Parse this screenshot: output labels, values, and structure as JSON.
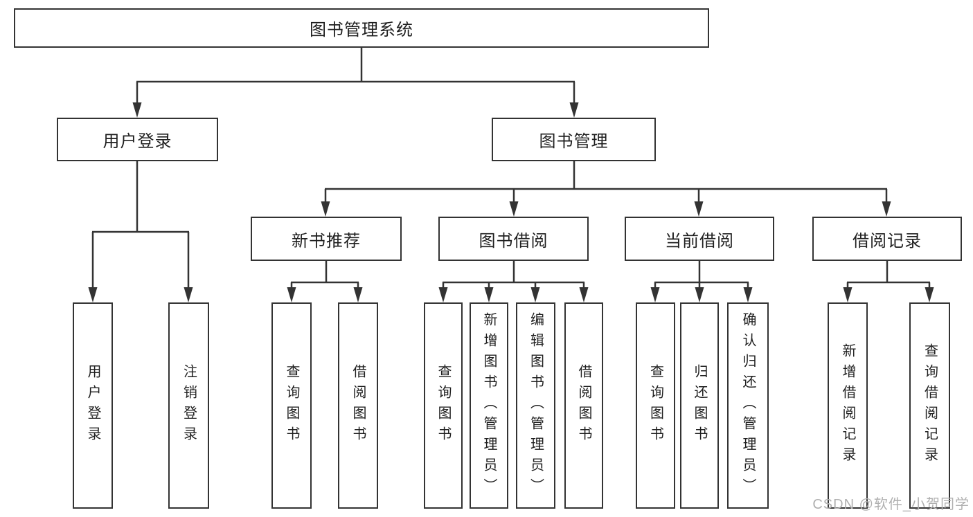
{
  "nodes": {
    "root": {
      "label": "图书管理系统"
    },
    "level2": [
      {
        "label": "用户登录"
      },
      {
        "label": "图书管理"
      }
    ],
    "level3": [
      {
        "label": "新书推荐"
      },
      {
        "label": "图书借阅"
      },
      {
        "label": "当前借阅"
      },
      {
        "label": "借阅记录"
      }
    ],
    "leaves": [
      {
        "label": "用户登录"
      },
      {
        "label": "注销登录"
      },
      {
        "label": "查询图书"
      },
      {
        "label": "借阅图书"
      },
      {
        "label": "查询图书"
      },
      {
        "label": "新增图书（管理员）"
      },
      {
        "label": "编辑图书（管理员）"
      },
      {
        "label": "借阅图书"
      },
      {
        "label": "查询图书"
      },
      {
        "label": "归还图书"
      },
      {
        "label": "确认归还（管理员）"
      },
      {
        "label": "新增借阅记录"
      },
      {
        "label": "查询借阅记录"
      }
    ]
  },
  "watermark": {
    "text": "CSDN @软件_小贺同学",
    "color": "#b0b0b0"
  },
  "colors": {
    "line": "#333333",
    "box_border": "#333333",
    "text": "#1f1f1f",
    "background": "#ffffff"
  }
}
